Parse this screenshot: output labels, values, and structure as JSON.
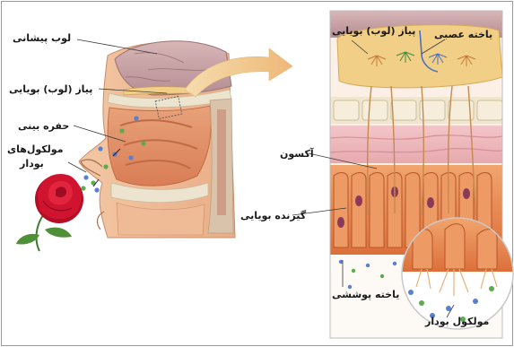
{
  "labels": {
    "frontal_lobe": "لوب پیشانی",
    "olfactory_bulb": "پیاز (لوب) بویایی",
    "nasal_cavity": "حفره بینی",
    "odor_molecules_line1": "مولکول‌های",
    "odor_molecules_line2": "بودار",
    "olfactory_bulb_detail": "پیاز (لوب) بویایی",
    "nerve_cell": "یاخته عصبی",
    "axon": "آکسون",
    "olfactory_receptor": "گیرنده بویایی",
    "epithelial_cell": "یاخته پوششی",
    "odor_molecule": "مولکول بودار"
  },
  "colors": {
    "frame": "#9a9a9a",
    "brain": "#c7a6a8",
    "tissue": "#e59a72",
    "bulb": "#f2cf86",
    "bone": "#ece4cf",
    "rose": "#c8102e",
    "arrow": "#f0c48a",
    "molecule_blue": "#5a7fd0",
    "molecule_green": "#5cab4e"
  }
}
